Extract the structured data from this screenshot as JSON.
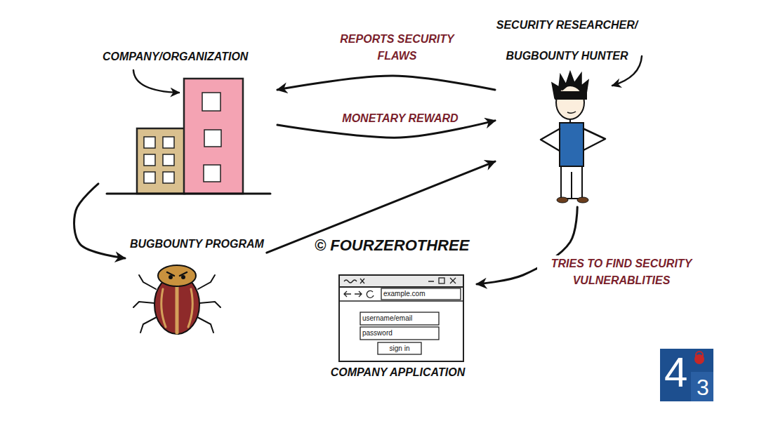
{
  "diagram": {
    "nodes": [
      {
        "text": [
          "COMPANY/ORGANIZATION"
        ]
      },
      {
        "text": [
          "SECURITY RESEARCHER/ BUGBOUNTY HUNTER"
        ]
      },
      {
        "text": [
          "BUGBOUNTY PROGRAM"
        ]
      },
      {
        "text": [
          "example.com",
          "username/email",
          "password",
          "sign in",
          "COMPANY APPLICATION"
        ]
      }
    ],
    "edges": [
      {
        "from": 1,
        "to": 0,
        "label": "REPORTS SECURITY FLAWS",
        "arrow": "to"
      },
      {
        "from": 0,
        "to": 1,
        "label": "MONETARY REWARD",
        "arrow": "to"
      },
      {
        "from": 0,
        "to": 2,
        "arrow": "to"
      },
      {
        "from": 2,
        "to": 1,
        "arrow": "to"
      },
      {
        "from": 1,
        "to": 3,
        "label": "TRIES TO FIND SECURITY VULNERABLITIES",
        "arrow": "to"
      }
    ],
    "labels": [
      "© FOURZEROTHREE",
      "4",
      "3"
    ]
  }
}
